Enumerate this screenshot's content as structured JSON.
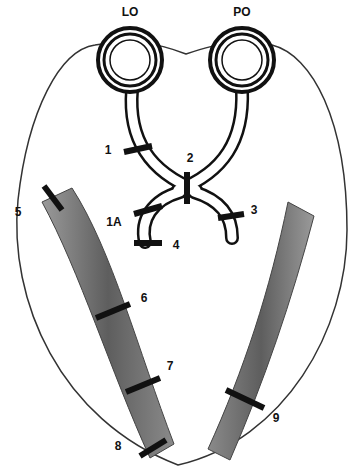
{
  "diagram": {
    "labels": [
      "LO",
      "PO",
      "1",
      "1A",
      "2",
      "3",
      "4",
      "5",
      "6",
      "7",
      "8",
      "9"
    ]
  }
}
